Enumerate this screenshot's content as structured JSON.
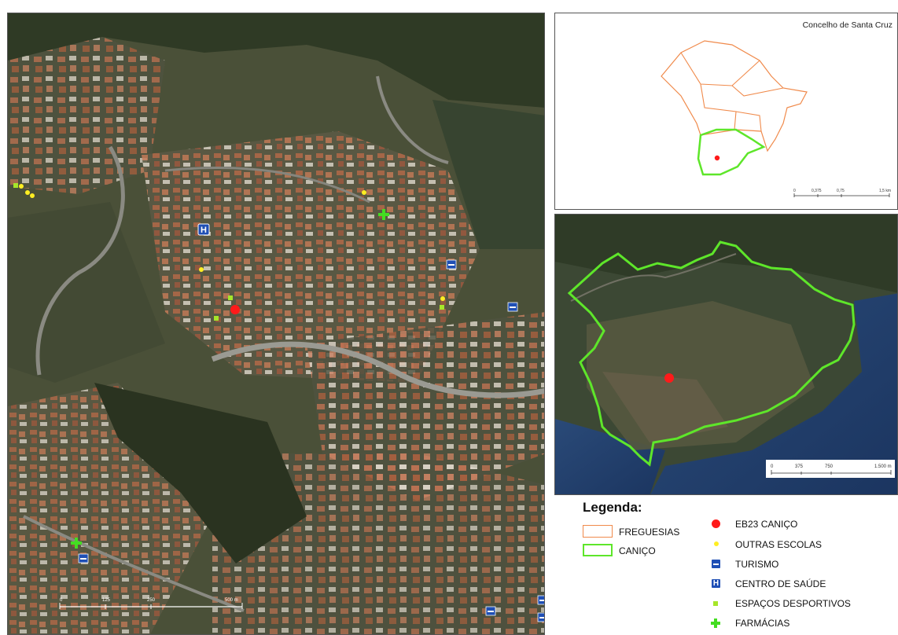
{
  "overview": {
    "title": "Concelho de Santa Cruz",
    "scale_labels": [
      "0",
      "0,375",
      "0,75",
      "1,5 km"
    ]
  },
  "main_map": {
    "scale_labels": [
      "0",
      "125",
      "250",
      "500 m"
    ]
  },
  "zoom_map": {
    "scale_labels": [
      "0",
      "375",
      "750",
      "1.500 m"
    ]
  },
  "legend": {
    "title": "Legenda:",
    "areas": [
      {
        "label": "FREGUESIAS",
        "color": "#f08a4b"
      },
      {
        "label": "CANIÇO",
        "color": "#5ee62a"
      }
    ],
    "points": [
      {
        "label": "EB23 CANIÇO",
        "icon": "red-dot-icon",
        "color": "#ff1a1a"
      },
      {
        "label": "OUTRAS ESCOLAS",
        "icon": "yellow-dot-icon",
        "color": "#ffee22"
      },
      {
        "label": "TURISMO",
        "icon": "bed-icon",
        "color": "#1f4fb5"
      },
      {
        "label": "CENTRO DE SAÚDE",
        "icon": "hospital-h-icon",
        "color": "#1f4fb5"
      },
      {
        "label": "ESPAÇOS DESPORTIVOS",
        "icon": "green-square-icon",
        "color": "#a6e62a"
      },
      {
        "label": "FARMÁCIAS",
        "icon": "green-cross-icon",
        "color": "#44dd22"
      }
    ]
  }
}
